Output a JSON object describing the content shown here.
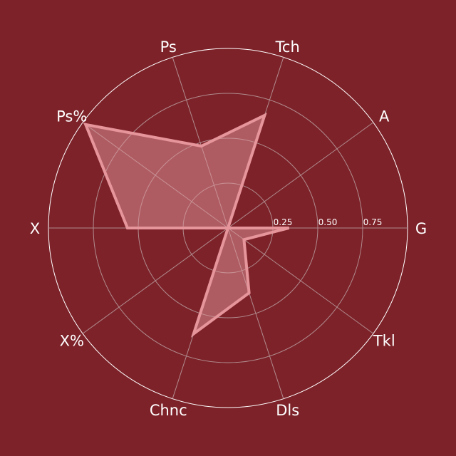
{
  "chart_data": {
    "type": "radar",
    "axes": [
      "G",
      "A",
      "Tch",
      "Ps",
      "Ps%",
      "X",
      "X%",
      "Chnc",
      "Dls",
      "Tkl"
    ],
    "values": [
      0.34,
      0.0,
      0.66,
      0.48,
      0.98,
      0.56,
      0.0,
      0.62,
      0.38,
      0.11
    ],
    "radial_ticks": [
      {
        "value": 0.25,
        "label": "0.25"
      },
      {
        "value": 0.5,
        "label": "0.50"
      },
      {
        "value": 0.75,
        "label": "0.75"
      }
    ],
    "rlim": [
      0,
      1
    ],
    "grid": true,
    "colors": {
      "background": "#7d2229",
      "fill": "#e0969c",
      "line": "#e6959b",
      "grid": "#b08c8e",
      "outer_ring": "#ffffff",
      "text": "#ffffff"
    }
  }
}
